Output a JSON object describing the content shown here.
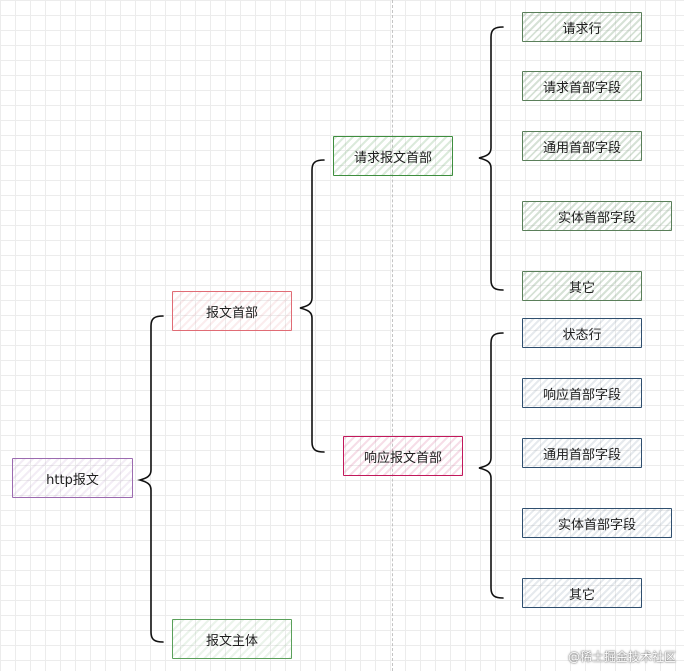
{
  "nodes": {
    "root": "http报文",
    "header": "报文首部",
    "body": "报文主体",
    "request_header": "请求报文首部",
    "response_header": "响应报文首部",
    "request_fields": [
      "请求行",
      "请求首部字段",
      "通用首部字段",
      "实体首部字段",
      "其它"
    ],
    "response_fields": [
      "状态行",
      "响应首部字段",
      "通用首部字段",
      "实体首部字段",
      "其它"
    ]
  },
  "watermark": "@稀土掘金技术社区",
  "colors": {
    "purple": "#9c6bb0",
    "red": "#e06c75",
    "green": "#3e8e3e",
    "crimson": "#c2185b",
    "slate": "#2f4f6f",
    "light_green": "#7ba37b"
  }
}
